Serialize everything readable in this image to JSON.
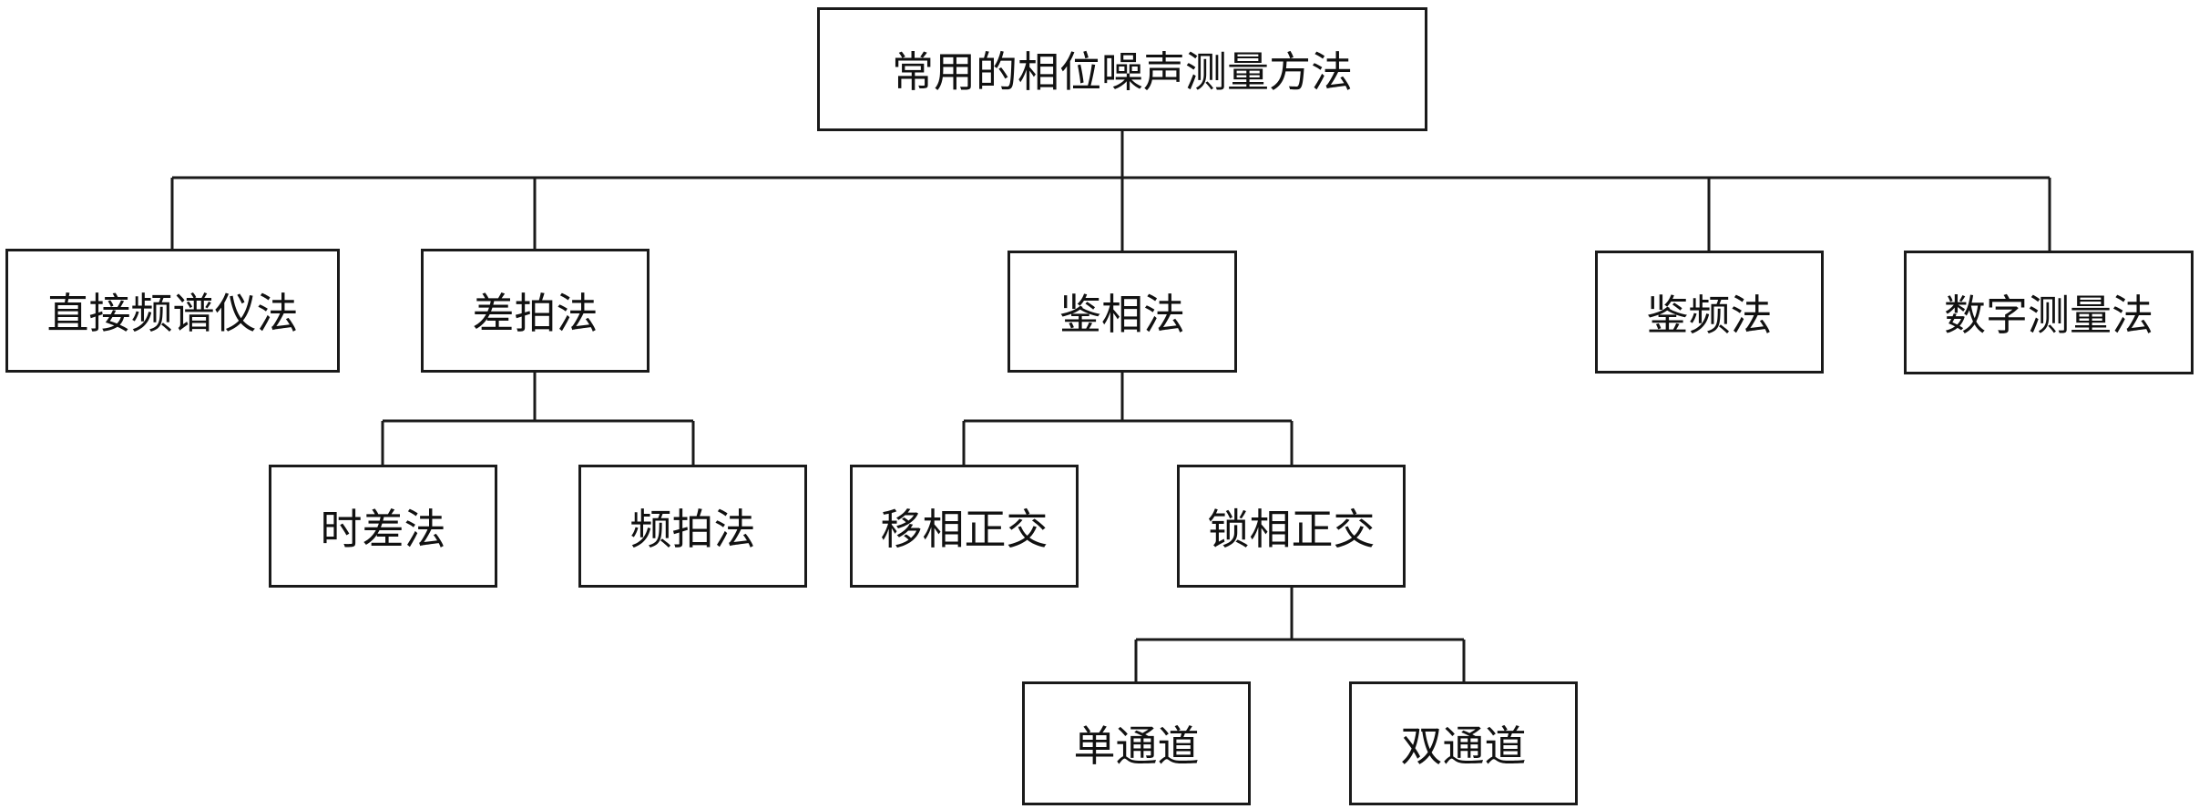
{
  "diagram": {
    "root": "常用的相位噪声测量方法",
    "methods": {
      "direct_spectrum": "直接频谱仪法",
      "beat": "差拍法",
      "phase_detection": "鉴相法",
      "frequency_discrimination": "鉴频法",
      "digital": "数字测量法"
    },
    "beat_children": {
      "time_difference": "时差法",
      "frequency_beat": "频拍法"
    },
    "phase_detection_children": {
      "phase_shift_quadrature": "移相正交",
      "phase_lock_quadrature": "锁相正交"
    },
    "phase_lock_children": {
      "single_channel": "单通道",
      "dual_channel": "双通道"
    }
  }
}
